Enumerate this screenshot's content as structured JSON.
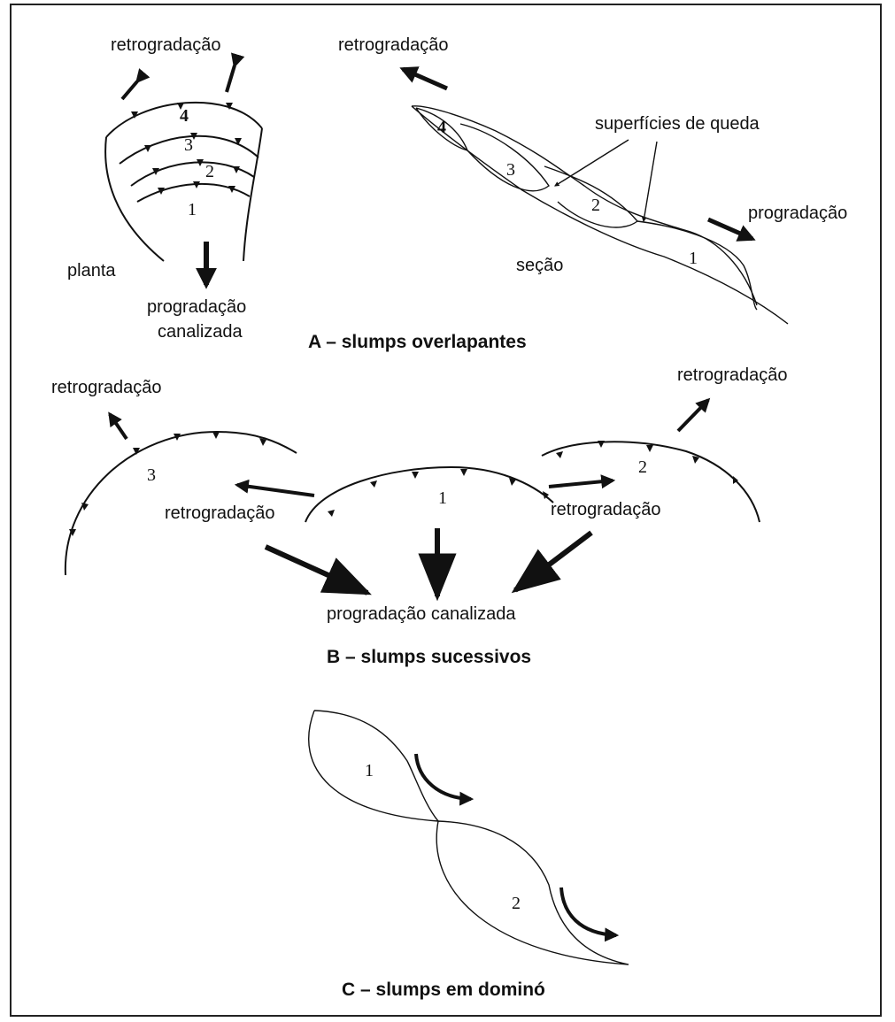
{
  "panel_a": {
    "plan": {
      "label_retro": "retrogradação",
      "label_plan": "planta",
      "label_prog_1": "progradação",
      "label_prog_2": "canalizada",
      "numbers": [
        "4",
        "3",
        "2",
        "1"
      ]
    },
    "section": {
      "label_retro": "retrogradação",
      "label_surfaces": "superfícies de queda",
      "label_prog": "progradação",
      "label_section": "seção",
      "numbers": [
        "4",
        "3",
        "2",
        "1"
      ]
    },
    "caption": "A – slumps overlapantes"
  },
  "panel_b": {
    "label_retro_left": "retrogradação",
    "label_retro_right": "retrogradação",
    "label_retro_mid_left": "retrogradação",
    "label_retro_mid_right": "retrogradação",
    "label_prog": "progradação canalizada",
    "numbers": [
      "3",
      "1",
      "2"
    ],
    "caption": "B – slumps sucessivos"
  },
  "panel_c": {
    "numbers": [
      "1",
      "2"
    ],
    "caption": "C – slumps em dominó"
  },
  "colors": {
    "ink": "#111111",
    "background": "#ffffff",
    "frame": "#222222"
  }
}
